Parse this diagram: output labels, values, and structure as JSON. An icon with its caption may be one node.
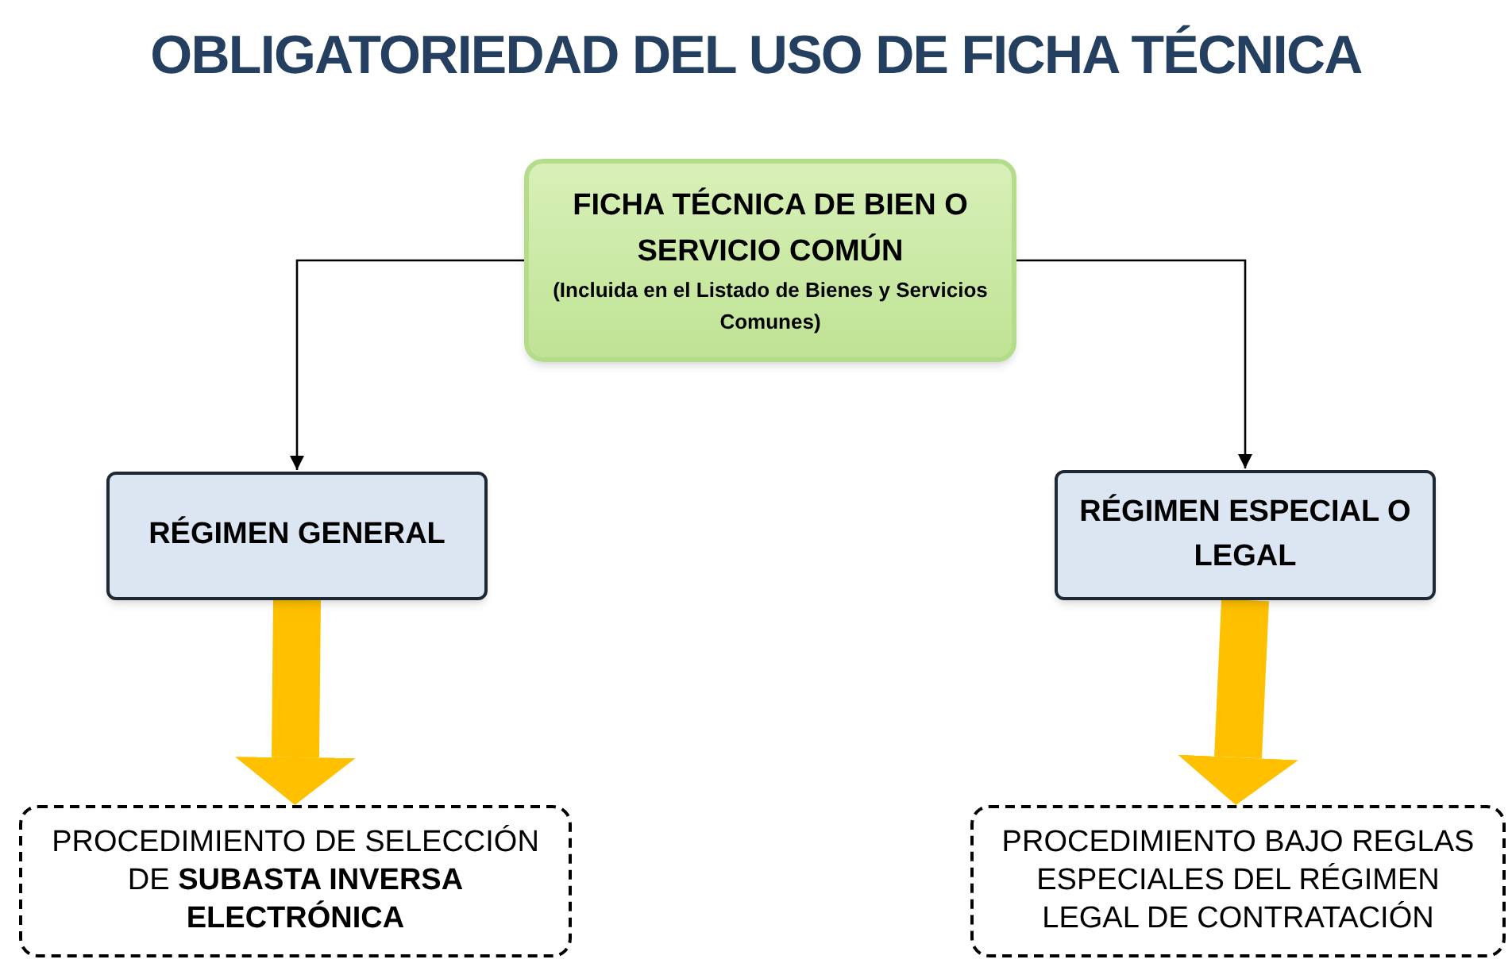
{
  "diagram": {
    "title": "OBLIGATORIEDAD DEL USO DE FICHA TÉCNICA",
    "nodes": [
      {
        "text": [
          "FICHA TÉCNICA DE BIEN O SERVICIO COMÚN",
          "(Incluida en el Listado de Bienes y Servicios Comunes)"
        ]
      },
      {
        "text": [
          "RÉGIMEN GENERAL"
        ]
      },
      {
        "text": [
          "RÉGIMEN ESPECIAL O LEGAL"
        ]
      },
      {
        "text": [
          "PROCEDIMIENTO DE SELECCIÓN DE **SUBASTA INVERSA ELECTRÓNICA**"
        ]
      },
      {
        "text": [
          "PROCEDIMIENTO BAJO REGLAS ESPECIALES DEL RÉGIMEN LEGAL DE CONTRATACIÓN"
        ]
      }
    ],
    "edges": [
      {
        "from": 0,
        "to": 1,
        "arrow": "to"
      },
      {
        "from": 0,
        "to": 2,
        "arrow": "to"
      },
      {
        "from": 1,
        "to": 3,
        "arrow": "to",
        "style": "thick",
        "color": "#ffc000"
      },
      {
        "from": 2,
        "to": 4,
        "arrow": "to",
        "style": "thick",
        "color": "#ffc000"
      }
    ]
  }
}
